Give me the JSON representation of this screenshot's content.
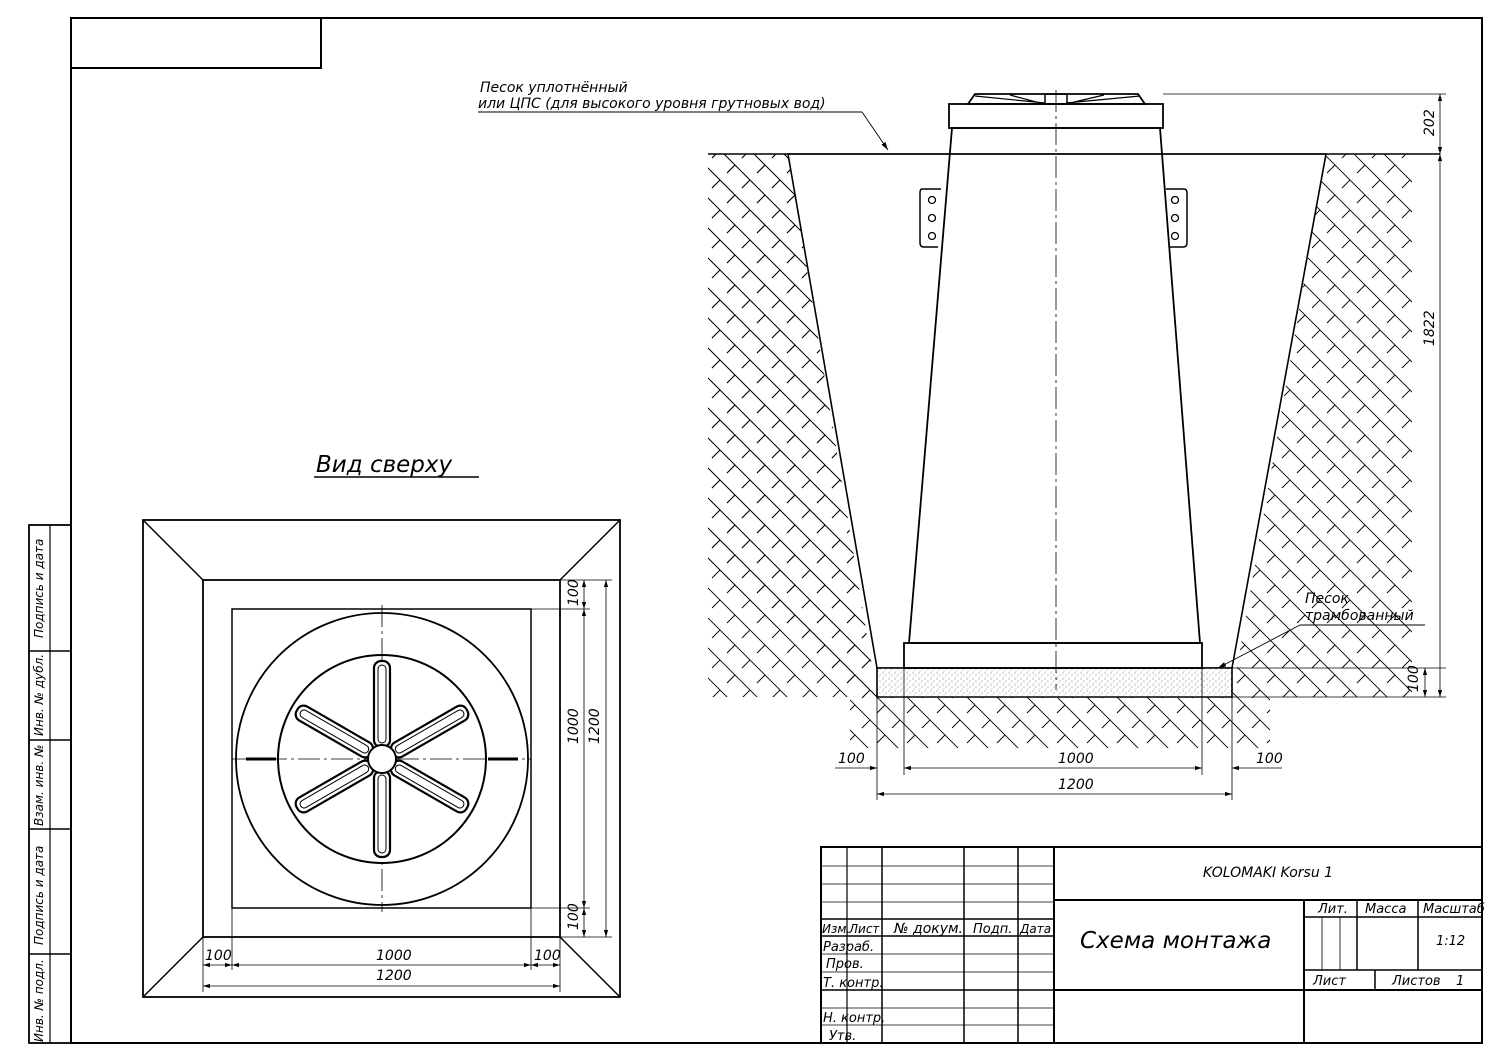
{
  "top_view": {
    "title": "Вид сверху",
    "dims": {
      "left_offset": "100",
      "width_inner": "1000",
      "right_offset": "100",
      "width_total": "1200",
      "top_offset": "100",
      "height_inner": "1000",
      "bottom_offset": "100",
      "height_total": "1200"
    }
  },
  "section_view": {
    "callout_sand_top_line1": "Песок уплотнённый",
    "callout_sand_top_line2": "или ЦПС (для высокого уровня грутновых вод)",
    "callout_sand_bottom_line1": "Песок",
    "callout_sand_bottom_line2": "трамбованный",
    "dims": {
      "lid_height": "202",
      "depth": "1822",
      "base_height": "100",
      "left_offset": "100",
      "width_inner": "1000",
      "right_offset": "100",
      "width_total": "1200"
    }
  },
  "side_stamp": {
    "rows": [
      "Подпись и дата",
      "Инв. № дубл.",
      "Взам. инв. №",
      "Подпись и дата",
      "Инв. № подл."
    ]
  },
  "title_block": {
    "product": "KOLOMAKI Korsu 1",
    "drawing_title": "Схема монтажа",
    "col_headers": [
      "Изм.",
      "Лист",
      "№ докум.",
      "Подп.",
      "Дата"
    ],
    "roles": [
      "Разраб.",
      "Пров.",
      "Т. контр.",
      "Н. контр.",
      "Утв."
    ],
    "lit_label": "Лит.",
    "mass_label": "Масса",
    "scale_label": "Масштаб",
    "scale_value": "1:12",
    "sheet_label": "Лист",
    "sheets_label": "Листов",
    "sheets_value": "1"
  }
}
